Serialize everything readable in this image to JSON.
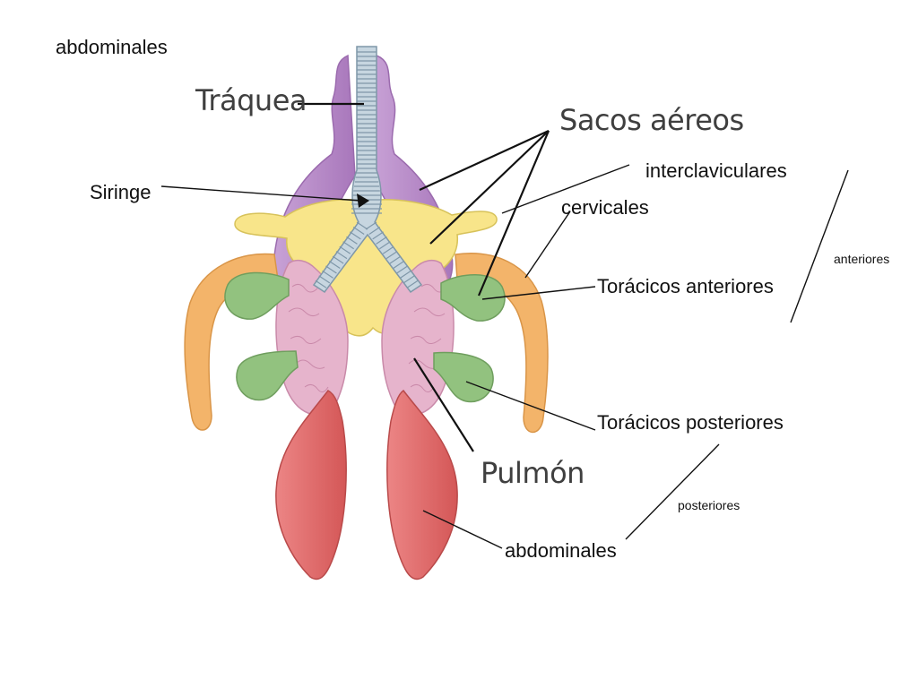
{
  "figure": {
    "trachea_label": "Tráquea",
    "air_sacs_label": "Sacos aéreos",
    "lung_label": "Pulmón"
  },
  "labels": {
    "top_left": "abdominales",
    "syrinx": "Siringe",
    "interclavicular": "interclaviculares",
    "cervical": "cervicales",
    "thoracic_anterior": "Torácicos anteriores",
    "thoracic_posterior": "Torácicos posteriores",
    "abdominal": "abdominales",
    "group_anterior": "anteriores",
    "group_posterior": "posteriores"
  },
  "colors": {
    "trachea": "#c7d6e0",
    "air_sac_purple": "#b488c4",
    "air_sac_yellow": "#f8e58a",
    "air_sac_orange": "#f3b46a",
    "air_sac_green": "#92c27f",
    "lung_pink": "#e6b4cc",
    "abdominal_red": "#e06a6a",
    "leader_line": "#111111"
  }
}
